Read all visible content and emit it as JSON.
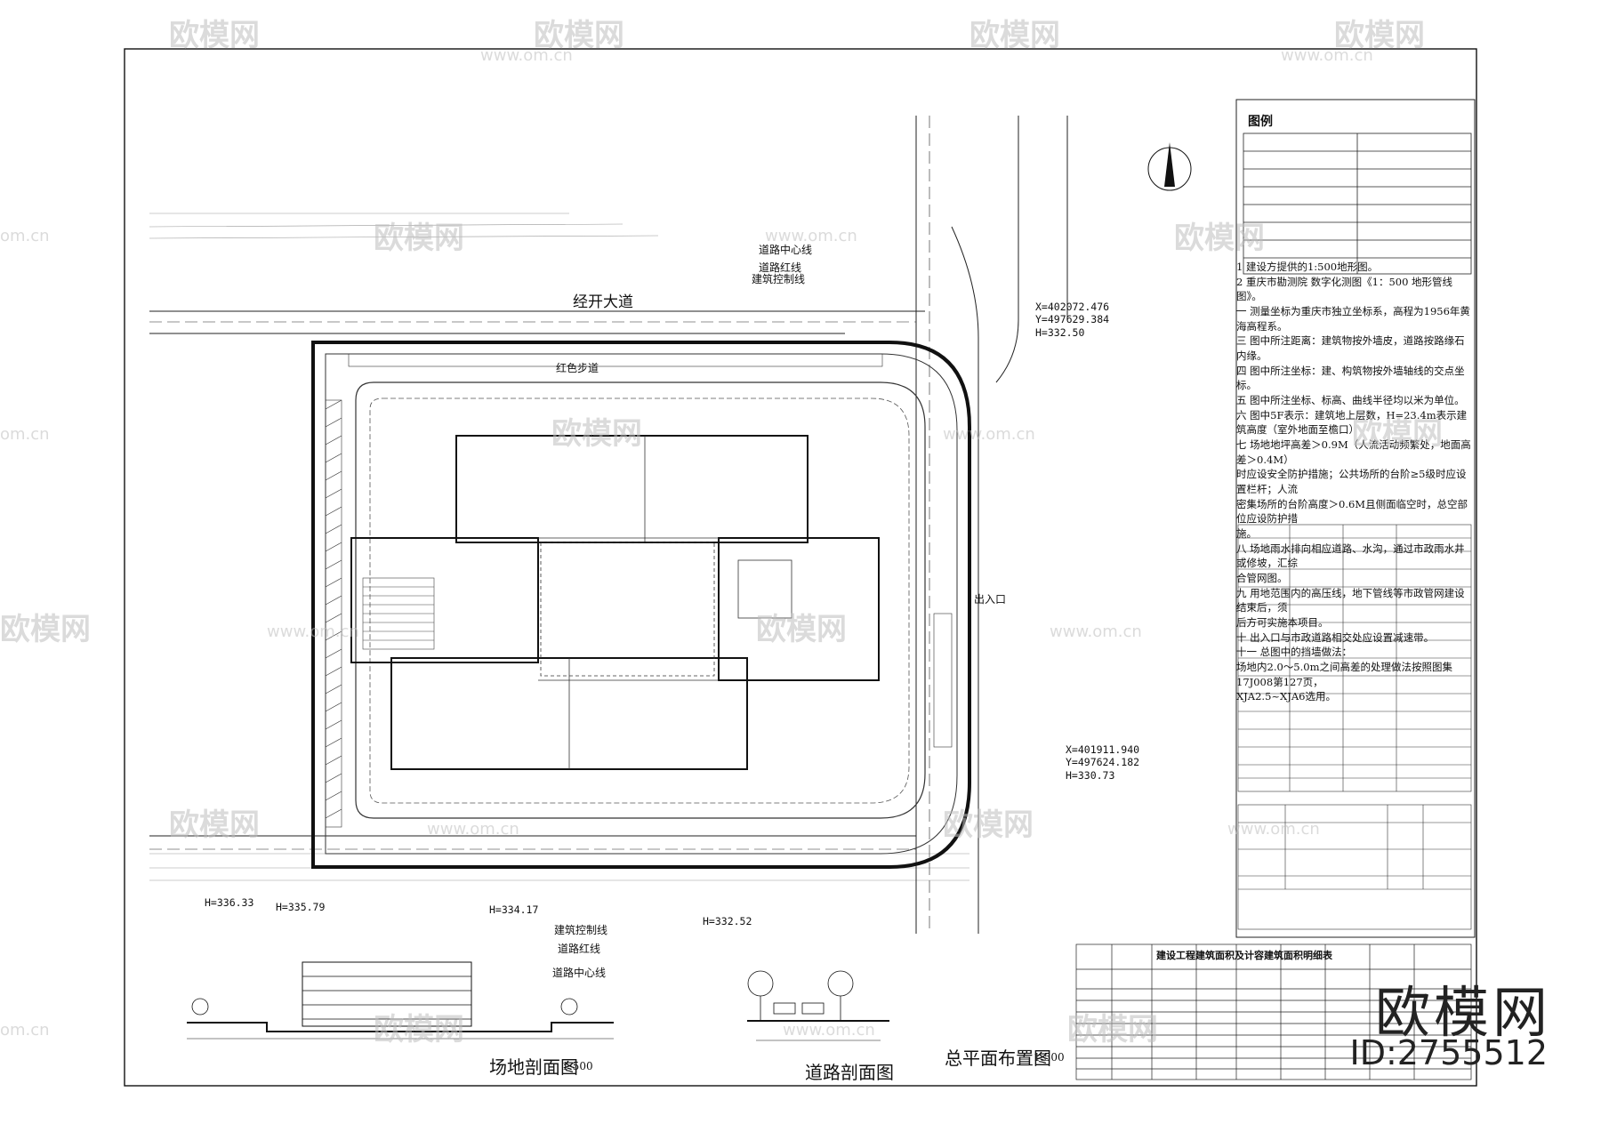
{
  "road_name": "经开大道",
  "legend_title": "图例",
  "annotations": {
    "road_center_line": "道路中心线",
    "road_red_line": "道路红线",
    "building_control_line": "建筑控制线",
    "top_road_center_line": "道路中心线",
    "top_road_red_line": "道路红线",
    "top_building_control_line": "建筑控制线",
    "entrance_label": "出入口",
    "red_walkway": "红色步道"
  },
  "elevations": {
    "h1": "H=336.33",
    "h2": "H=335.79",
    "h3": "H=334.17",
    "h4": "H=332.52"
  },
  "coords": {
    "ne": [
      "X=402072.476",
      "Y=497629.384",
      "H=332.50"
    ],
    "se": [
      "X=401911.940",
      "Y=497624.182",
      "H=330.73"
    ]
  },
  "notes": [
    "1 建设方提供的1:500地形图。",
    "2 重庆市勘测院 数字化测图《1：500 地形管线图》。",
    "一 测量坐标为重庆市独立坐标系，高程为1956年黄海高程系。",
    "三 图中所注距离：建筑物按外墙皮，道路按路缘石内缘。",
    "四 图中所注坐标：建、构筑物按外墙轴线的交点坐标。",
    "五 图中所注坐标、标高、曲线半径均以米为单位。",
    "六 图中5F表示：建筑地上层数，H=23.4m表示建筑高度（室外地面至檐口）",
    "七 场地地坪高差＞0.9M（人流活动频繁处，地面高差＞0.4M）",
    "时应设安全防护措施；公共场所的台阶≥5级时应设置栏杆；人流",
    "密集场所的台阶高度＞0.6M且侧面临空时，总空部位应设防护措",
    "施。",
    "八 场地雨水排向相应道路、水沟，通过市政雨水井或修坡，汇综",
    "合管网图。",
    "九 用地范围内的高压线，地下管线等市政管网建设结束后，须",
    "后方可实施本项目。",
    "十 出入口与市政道路相交处应设置减速带。",
    "十一 总图中的挡墙做法：",
    "场地内2.0～5.0m之间高差的处理做法按照图集17J008第127页，",
    "XJA2.5~XJA6选用。"
  ],
  "drawing_titles": {
    "site_section": "场地剖面图",
    "site_section_scale": "1:500",
    "road_section": "道路剖面图",
    "master_plan": "总平面布置图",
    "master_plan_scale": "1:500"
  },
  "table_title": "建设工程建筑面积及计容建筑面积明细表",
  "brand": "欧模网",
  "brand_id": "ID:2755512",
  "watermark": "欧模网",
  "watermark_url": "www.om.cn",
  "watermark_url_short": "om.cn"
}
